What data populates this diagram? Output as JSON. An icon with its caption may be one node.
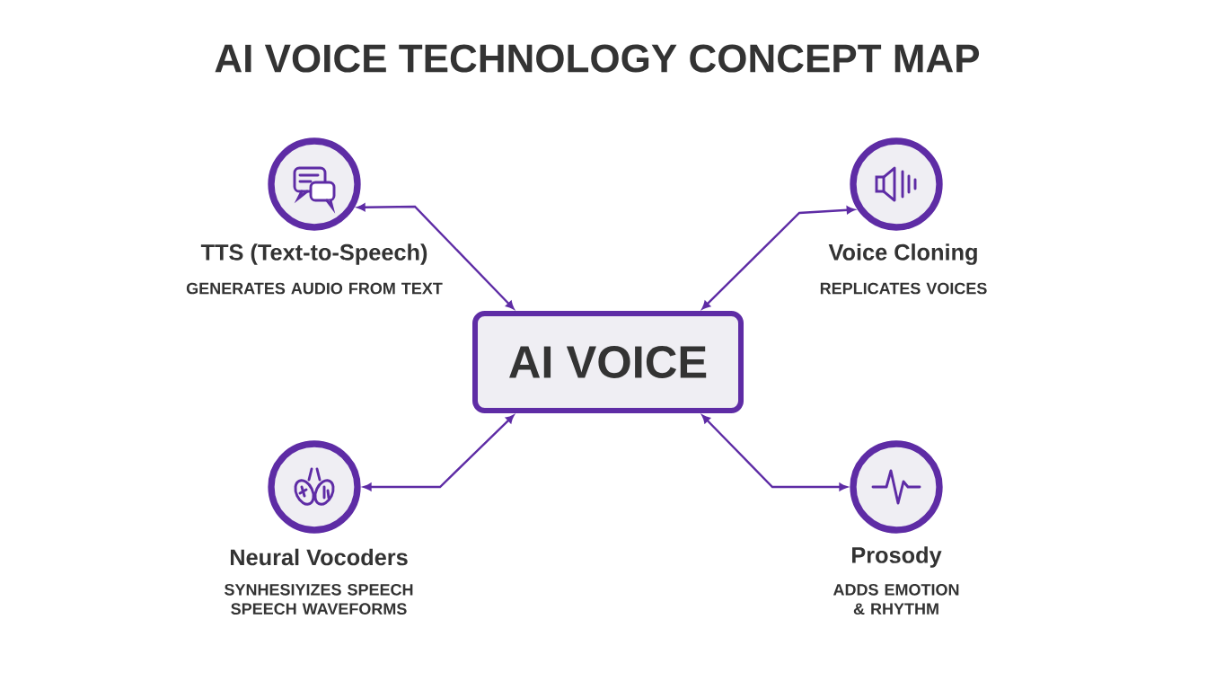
{
  "diagram": {
    "title": "AI VOICE TECHNOLOGY CONCEPT MAP",
    "nodes": [
      {
        "text": [
          "TTS (Text-to-Speech)",
          "GENERATES AUDIO FROM TEXT"
        ]
      },
      {
        "text": [
          "Voice Cloning",
          "REPLICATES VOICES"
        ]
      },
      {
        "text": [
          "AI VOICE"
        ]
      },
      {
        "text": [
          "Neural Vocoders",
          "SYNHESIYIZES SPEECH SPEECH WAVEFORMS"
        ]
      },
      {
        "text": [
          "Prosody",
          "ADDS EMOTION & RHYTHM"
        ]
      }
    ],
    "edges": [
      {
        "from": 2,
        "to": 0,
        "arrow": "both"
      },
      {
        "from": 2,
        "to": 1,
        "arrow": "both"
      },
      {
        "from": 2,
        "to": 3,
        "arrow": "both"
      },
      {
        "from": 2,
        "to": 4,
        "arrow": "both"
      }
    ]
  }
}
